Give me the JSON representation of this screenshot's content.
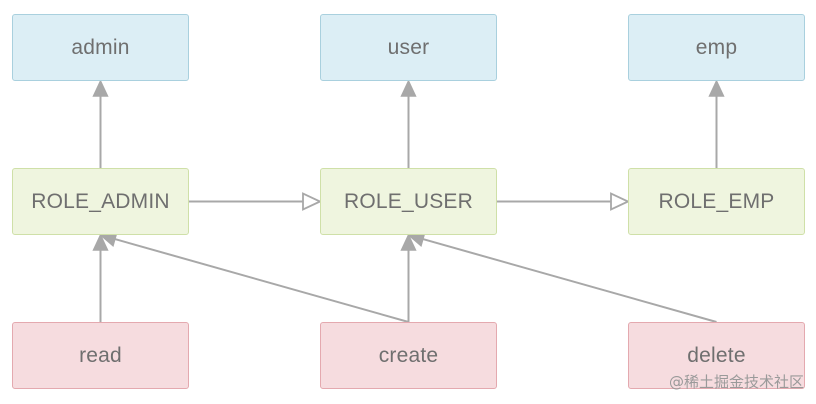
{
  "nodes": {
    "admin": "admin",
    "user": "user",
    "emp": "emp",
    "role_admin": "ROLE_ADMIN",
    "role_user": "ROLE_USER",
    "role_emp": "ROLE_EMP",
    "read": "read",
    "create": "create",
    "delete": "delete"
  },
  "watermark": "@稀土掘金技术社区",
  "colors": {
    "top_fill": "#dceef5",
    "top_border": "#a9d0de",
    "middle_fill": "#eff5df",
    "middle_border": "#cfe0a8",
    "bottom_fill": "#f6dcdf",
    "bottom_border": "#e4a9af",
    "edge": "#a8a8a8",
    "text": "#6f6f6f"
  },
  "edges": [
    {
      "from": "role_admin",
      "to": "admin",
      "arrow": "filled"
    },
    {
      "from": "role_user",
      "to": "user",
      "arrow": "filled"
    },
    {
      "from": "role_emp",
      "to": "emp",
      "arrow": "filled"
    },
    {
      "from": "role_admin",
      "to": "role_user",
      "arrow": "hollow"
    },
    {
      "from": "role_user",
      "to": "role_emp",
      "arrow": "hollow"
    },
    {
      "from": "read",
      "to": "role_admin",
      "arrow": "filled"
    },
    {
      "from": "create",
      "to": "role_admin",
      "arrow": "filled"
    },
    {
      "from": "create",
      "to": "role_user",
      "arrow": "filled"
    },
    {
      "from": "delete",
      "to": "role_user",
      "arrow": "filled"
    }
  ]
}
